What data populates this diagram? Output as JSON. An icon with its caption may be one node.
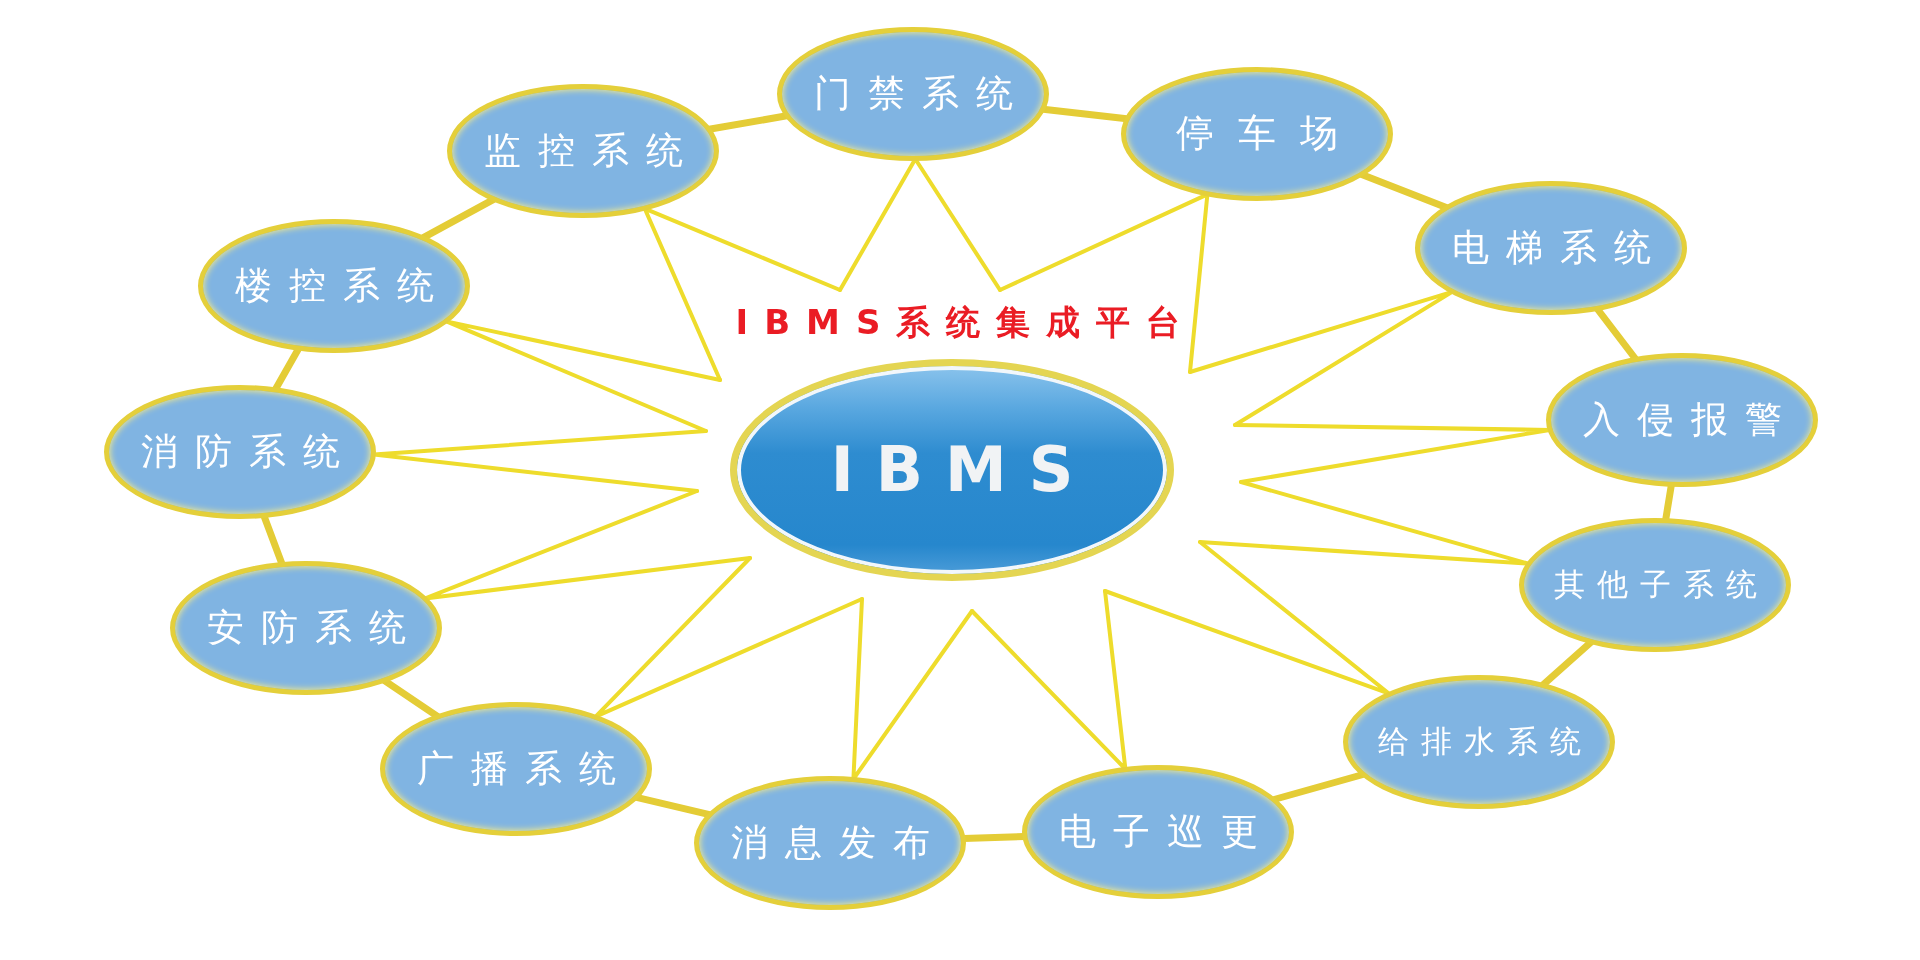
{
  "diagram": {
    "title": "IBMS系统集成平台",
    "nodes": [
      {
        "text": [
          "IBMS"
        ]
      },
      {
        "text": [
          "门禁系统"
        ]
      },
      {
        "text": [
          "停车场"
        ]
      },
      {
        "text": [
          "电梯系统"
        ]
      },
      {
        "text": [
          "入侵报警"
        ]
      },
      {
        "text": [
          "其他子系统"
        ]
      },
      {
        "text": [
          "给排水系统"
        ]
      },
      {
        "text": [
          "电子巡更"
        ]
      },
      {
        "text": [
          "消息发布"
        ]
      },
      {
        "text": [
          "广播系统"
        ]
      },
      {
        "text": [
          "安防系统"
        ]
      },
      {
        "text": [
          "消防系统"
        ]
      },
      {
        "text": [
          "楼控系统"
        ]
      },
      {
        "text": [
          "监控系统"
        ]
      }
    ],
    "edges": [
      {
        "from": 0,
        "to": 1,
        "arrow": "none"
      },
      {
        "from": 0,
        "to": 2,
        "arrow": "none"
      },
      {
        "from": 0,
        "to": 3,
        "arrow": "none"
      },
      {
        "from": 0,
        "to": 4,
        "arrow": "none"
      },
      {
        "from": 0,
        "to": 5,
        "arrow": "none"
      },
      {
        "from": 0,
        "to": 6,
        "arrow": "none"
      },
      {
        "from": 0,
        "to": 7,
        "arrow": "none"
      },
      {
        "from": 0,
        "to": 8,
        "arrow": "none"
      },
      {
        "from": 0,
        "to": 9,
        "arrow": "none"
      },
      {
        "from": 0,
        "to": 10,
        "arrow": "none"
      },
      {
        "from": 0,
        "to": 11,
        "arrow": "none"
      },
      {
        "from": 0,
        "to": 12,
        "arrow": "none"
      },
      {
        "from": 0,
        "to": 13,
        "arrow": "none"
      },
      {
        "from": 1,
        "to": 2,
        "arrow": "none"
      },
      {
        "from": 2,
        "to": 3,
        "arrow": "none"
      },
      {
        "from": 3,
        "to": 4,
        "arrow": "none"
      },
      {
        "from": 4,
        "to": 5,
        "arrow": "none"
      },
      {
        "from": 5,
        "to": 6,
        "arrow": "none"
      },
      {
        "from": 6,
        "to": 7,
        "arrow": "none"
      },
      {
        "from": 7,
        "to": 8,
        "arrow": "none"
      },
      {
        "from": 8,
        "to": 9,
        "arrow": "none"
      },
      {
        "from": 9,
        "to": 10,
        "arrow": "none"
      },
      {
        "from": 10,
        "to": 11,
        "arrow": "none"
      },
      {
        "from": 11,
        "to": 12,
        "arrow": "none"
      },
      {
        "from": 12,
        "to": 13,
        "arrow": "none"
      },
      {
        "from": 13,
        "to": 1,
        "arrow": "none"
      }
    ]
  }
}
